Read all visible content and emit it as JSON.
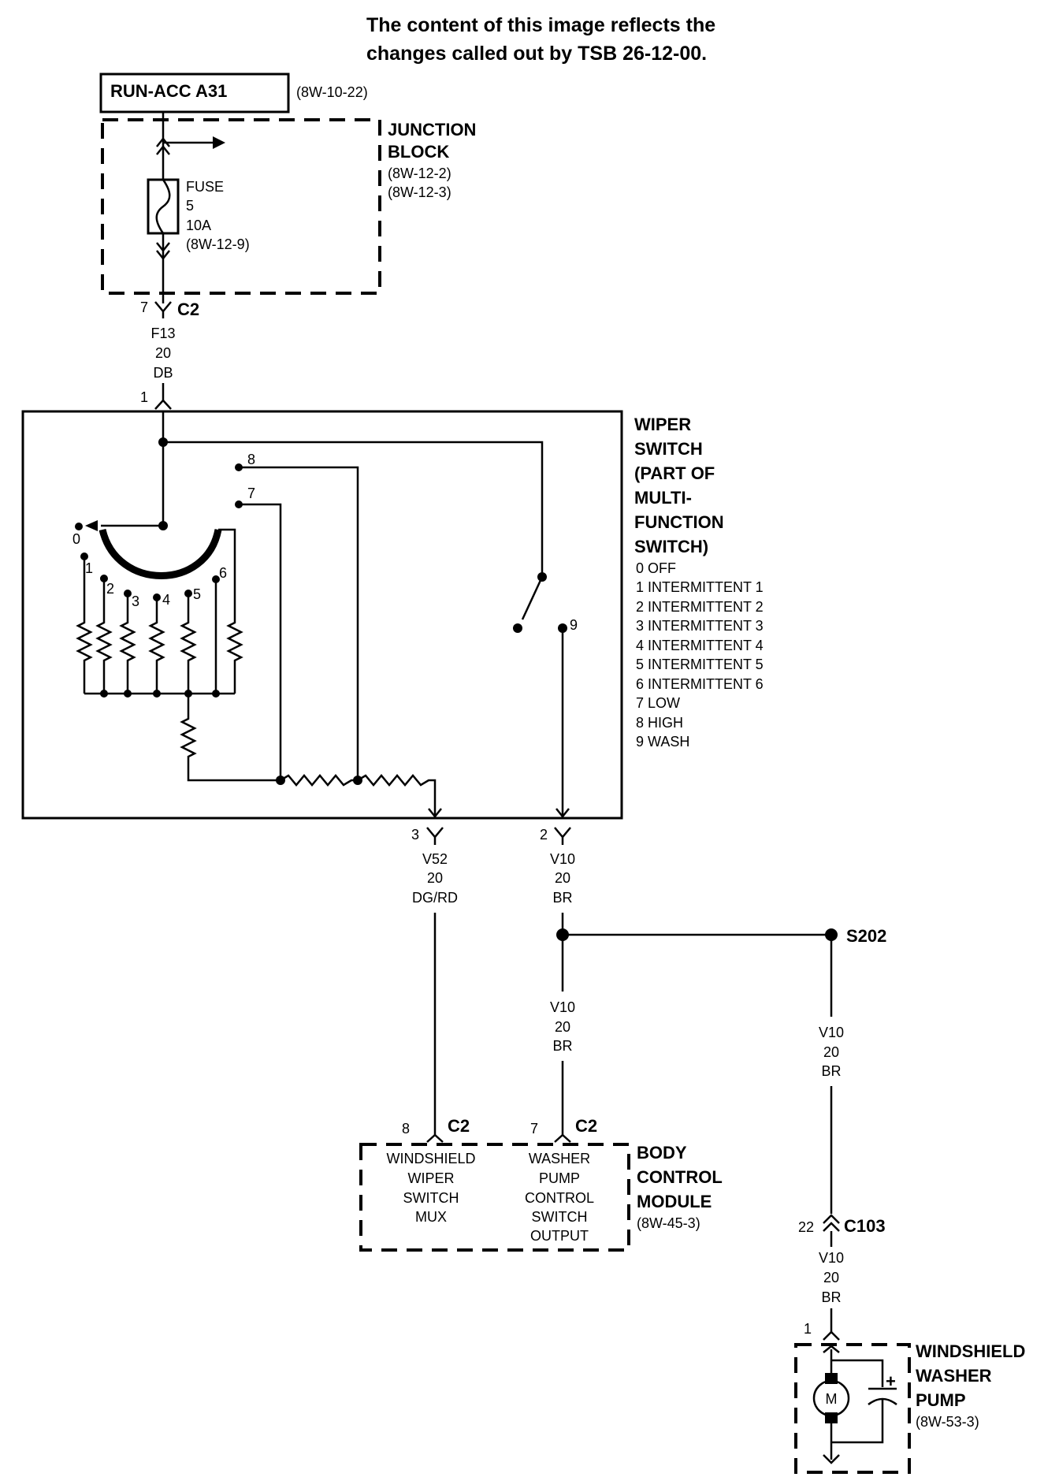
{
  "note": {
    "line1": "The content of this image reflects the",
    "line2": "changes called out by TSB 26-12-00."
  },
  "run_acc": {
    "label": "RUN-ACC A31",
    "ref": "(8W-10-22)"
  },
  "junction_block": {
    "title1": "JUNCTION",
    "title2": "BLOCK",
    "ref1": "(8W-12-2)",
    "ref2": "(8W-12-3)",
    "fuse": {
      "name": "FUSE",
      "number": "5",
      "rating": "10A",
      "ref": "(8W-12-9)"
    },
    "connector": {
      "pin": "7",
      "name": "C2"
    }
  },
  "wire_f13": {
    "circuit": "F13",
    "gauge": "20",
    "color": "DB"
  },
  "wiper_switch": {
    "title": [
      "WIPER",
      "SWITCH",
      "(PART OF",
      "MULTI-",
      "FUNCTION",
      "SWITCH)"
    ],
    "positions": [
      "0 OFF",
      "1 INTERMITTENT 1",
      "2 INTERMITTENT 2",
      "3 INTERMITTENT 3",
      "4 INTERMITTENT 4",
      "5 INTERMITTENT 5",
      "6 INTERMITTENT 6",
      "7 LOW",
      "8 HIGH",
      "9 WASH"
    ],
    "contact_labels": [
      "0",
      "1",
      "2",
      "3",
      "4",
      "5",
      "6",
      "7",
      "8",
      "9"
    ],
    "pin_in": "1",
    "pin_out_3": "3",
    "pin_out_2": "2"
  },
  "wire_v52": {
    "circuit": "V52",
    "gauge": "20",
    "color": "DG/RD"
  },
  "wire_v10_a": {
    "circuit": "V10",
    "gauge": "20",
    "color": "BR"
  },
  "wire_v10_b": {
    "circuit": "V10",
    "gauge": "20",
    "color": "BR"
  },
  "wire_v10_c": {
    "circuit": "V10",
    "gauge": "20",
    "color": "BR"
  },
  "wire_v10_d": {
    "circuit": "V10",
    "gauge": "20",
    "color": "BR"
  },
  "splice": {
    "name": "S202"
  },
  "body_control_module": {
    "title1": "BODY",
    "title2": "CONTROL",
    "title3": "MODULE",
    "ref": "(8W-45-3)",
    "conn8": {
      "pin": "8",
      "name": "C2"
    },
    "conn7": {
      "pin": "7",
      "name": "C2"
    },
    "input1": [
      "WINDSHIELD",
      "WIPER",
      "SWITCH",
      "MUX"
    ],
    "input2": [
      "WASHER",
      "PUMP",
      "CONTROL",
      "SWITCH",
      "OUTPUT"
    ]
  },
  "c103": {
    "pin": "22",
    "name": "C103"
  },
  "washer_pump": {
    "title1": "WINDSHIELD",
    "title2": "WASHER",
    "title3": "PUMP",
    "ref": "(8W-53-3)",
    "pin": "1",
    "motor_symbol": "M",
    "cap_polarity": "+"
  }
}
